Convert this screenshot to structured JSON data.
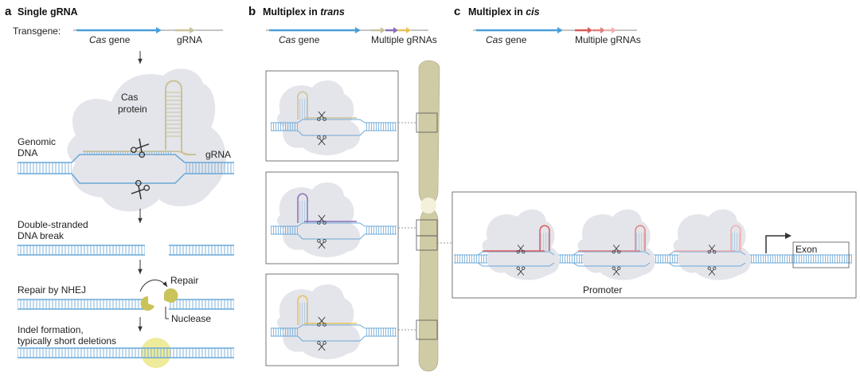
{
  "panels": {
    "a": {
      "letter": "a",
      "title": "Single gRNA",
      "transgene_label": "Transgene:",
      "cas_gene": "Cas",
      "gene_suffix": " gene",
      "grna_label": "gRNA",
      "cas_protein_line1": "Cas",
      "cas_protein_line2": "protein",
      "genomic_line1": "Genomic",
      "genomic_line2": "DNA",
      "grna_callout": "gRNA",
      "dsb_line1": "Double-stranded",
      "dsb_line2": "DNA break",
      "repair_nhej": "Repair by NHEJ",
      "repair_label": "Repair",
      "nuclease_label": "Nuclease",
      "indel_line1": "Indel formation,",
      "indel_line2": "typically short deletions"
    },
    "b": {
      "letter": "b",
      "title_prefix": "Multiplex in ",
      "title_italic": "trans",
      "cas_gene": "Cas",
      "gene_suffix": " gene",
      "multiple_grnas": "Multiple gRNAs"
    },
    "c": {
      "letter": "c",
      "title_prefix": "Multiplex in ",
      "title_italic": "cis",
      "cas_gene": "Cas",
      "gene_suffix": " gene",
      "multiple_grnas": "Multiple gRNAs",
      "promoter_label": "Promoter",
      "exon_label": "Exon"
    }
  },
  "colors": {
    "cas_gene": "#4a9fd8",
    "dna_strand": "#6aa8d8",
    "grna_single": "#c9c29a",
    "grna_trans": [
      "#c9c29a",
      "#8a6fb8",
      "#e8c25a"
    ],
    "grna_cis": [
      "#d95a5a",
      "#e08080",
      "#f0b0b0"
    ],
    "cas_protein": "#e4e5ea",
    "chromosome": "#cfcba5",
    "nuclease": "#c9c35a",
    "indel_highlight": "#eeeb9a"
  },
  "icons": [
    "scissors-icon",
    "arrow-down-icon",
    "curved-repair-arrow-icon",
    "promoter-arrow-icon"
  ]
}
